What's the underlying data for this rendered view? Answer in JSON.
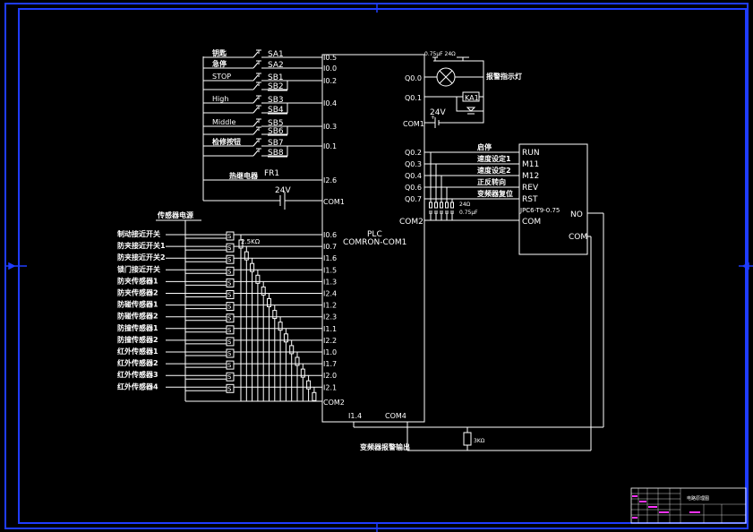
{
  "colors": {
    "background": "#000000",
    "frame": "#1f3cff",
    "wire": "#ffffff",
    "accent": "#ff33ff"
  },
  "plc": {
    "name": "PLC",
    "model": "COMRON-COM1"
  },
  "plc_inputs_top": [
    {
      "label": "钥匙",
      "switch": "SA1",
      "terminal": "I0.5"
    },
    {
      "label": "急停",
      "switch": "SA2",
      "terminal": "I0.0"
    },
    {
      "label": "STOP",
      "switch": "SB1",
      "terminal": "I0.2"
    },
    {
      "label": "",
      "switch": "SB2",
      "terminal": ""
    },
    {
      "label": "High",
      "switch": "SB3",
      "terminal": "I0.4"
    },
    {
      "label": "",
      "switch": "SB4",
      "terminal": ""
    },
    {
      "label": "Middle",
      "switch": "SB5",
      "terminal": "I0.3"
    },
    {
      "label": "",
      "switch": "SB6",
      "terminal": ""
    },
    {
      "label": "检修按钮",
      "switch": "SB7",
      "terminal": "I0.1"
    },
    {
      "label": "",
      "switch": "SB8",
      "terminal": ""
    }
  ],
  "relay_input": {
    "label": "热继电器",
    "switch": "FR1",
    "terminal": "I2.6"
  },
  "supply_top": {
    "voltage": "24V",
    "terminal": "COM1"
  },
  "sensor_power_label": "传感器电源",
  "sensors": [
    {
      "label": "制动接近开关",
      "terminal": "I0.6"
    },
    {
      "label": "防夹接近开关1",
      "terminal": "I0.7"
    },
    {
      "label": "防夹接近开关2",
      "terminal": "I1.6"
    },
    {
      "label": "锁门接近开关",
      "terminal": "I1.5"
    },
    {
      "label": "防夹传感器1",
      "terminal": "I1.3"
    },
    {
      "label": "防夹传感器2",
      "terminal": "I2.4"
    },
    {
      "label": "防碰传感器1",
      "terminal": "I1.2"
    },
    {
      "label": "防碰传感器2",
      "terminal": "I2.3"
    },
    {
      "label": "防撞传感器1",
      "terminal": "I1.1"
    },
    {
      "label": "防撞传感器2",
      "terminal": "I2.2"
    },
    {
      "label": "红外传感器1",
      "terminal": "I1.0"
    },
    {
      "label": "红外传感器2",
      "terminal": "I1.7"
    },
    {
      "label": "红外传感器3",
      "terminal": "I2.0"
    },
    {
      "label": "红外传感器4",
      "terminal": "I2.1"
    }
  ],
  "resistor_label": "2.5KΩ",
  "com2_label": "COM2",
  "outputs_top": {
    "lamp_rating": "0.75μF 24Ω",
    "lamp_label": "报警指示灯",
    "q00": "Q0.0",
    "q01": "Q0.1",
    "relay_label": "KA1",
    "com1": "COM1",
    "voltage": "24V"
  },
  "outputs_vfd": [
    {
      "terminal": "Q0.2",
      "label": "启停",
      "vfd": "RUN"
    },
    {
      "terminal": "Q0.3",
      "label": "速度设定1",
      "vfd": "M11"
    },
    {
      "terminal": "Q0.4",
      "label": "速度设定2",
      "vfd": "M12"
    },
    {
      "terminal": "Q0.6",
      "label": "正反转向",
      "vfd": "REV"
    },
    {
      "terminal": "Q0.7",
      "label": "变频器复位",
      "vfd": "RST"
    }
  ],
  "snubber": {
    "r": "24Ω",
    "c": "0.75μF"
  },
  "plc_com2_right": "COM2",
  "vfd": {
    "model": "JPC6-T9-0.75",
    "com": "COM",
    "no": "NO",
    "com_right": "COM"
  },
  "bottom": {
    "i14": "I1.4",
    "com4": "COM4",
    "resistor": "3KΩ",
    "alarm_label": "变频器报警输出"
  },
  "title_block": {
    "title": "电路原理图"
  }
}
